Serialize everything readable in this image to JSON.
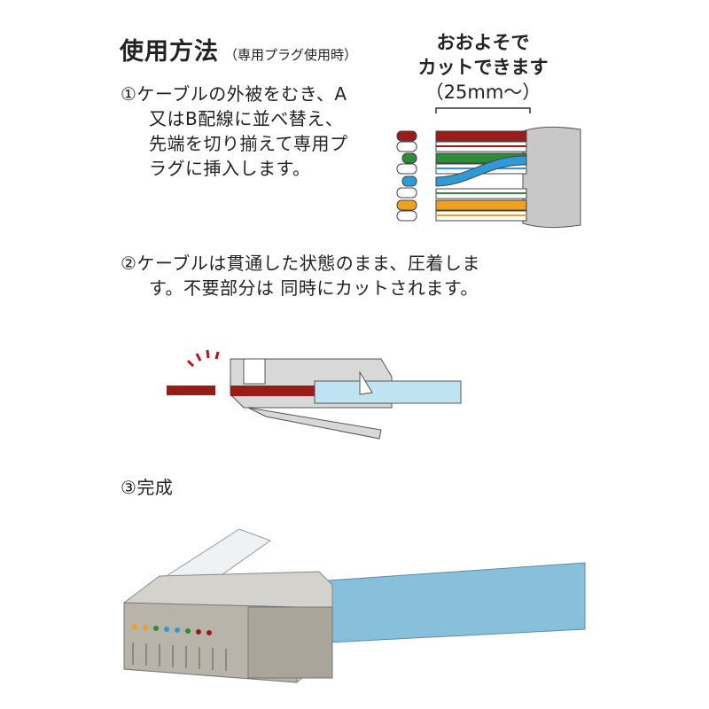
{
  "title": "使用方法",
  "subtitle": "（専用プラグ使用時）",
  "steps": [
    {
      "lines": [
        "①ケーブルの外被をむき、A",
        "又はB配線に並べ替え、",
        "先端を切り揃えて専用プ",
        "ラグに挿入します。"
      ]
    },
    {
      "lines": [
        "②ケーブルは貫通した状態のまま、圧着しま",
        "す。不要部分は 同時にカットされます。"
      ]
    },
    {
      "lines": [
        "③完成"
      ]
    }
  ],
  "cut_note": {
    "line1": "おおよそで",
    "line2": "カットできます",
    "length": "（25mm〜）"
  },
  "colors": {
    "brown": "#9b1b1b",
    "green": "#2e8b3a",
    "blue": "#2f9ad6",
    "orange": "#f0a020",
    "jacket": "#c8c8c8",
    "cable_blue": "#88c0dc",
    "plug_metal": "#b8b4aa"
  }
}
